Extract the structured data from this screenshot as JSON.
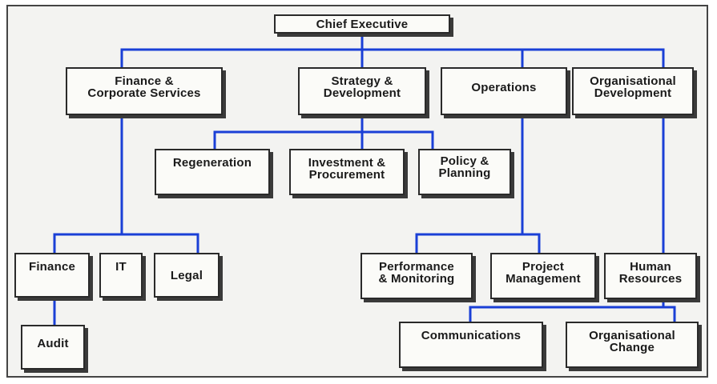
{
  "colors": {
    "connector": "#1a3fd6",
    "box_border": "#2a2a2a",
    "background": "#f3f3f1"
  },
  "nodes": {
    "chief_executive": "Chief Executive",
    "finance_corporate": "Finance &\nCorporate Services",
    "strategy_development": "Strategy &\nDevelopment",
    "operations": "Operations",
    "organisational_development": "Organisational\nDevelopment",
    "regeneration": "Regeneration",
    "investment_procurement": "Investment &\nProcurement",
    "policy_planning": "Policy &\nPlanning",
    "finance": "Finance",
    "it": "IT",
    "legal": "Legal",
    "audit": "Audit",
    "performance_monitoring": "Performance\n& Monitoring",
    "project_management": "Project\nManagement",
    "human_resources": "Human\nResources",
    "communications": "Communications",
    "organisational_change": "Organisational\nChange"
  }
}
